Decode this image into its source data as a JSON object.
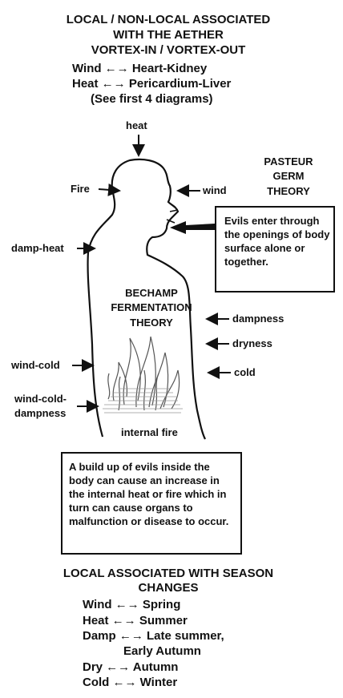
{
  "header": {
    "line1": "LOCAL / NON-LOCAL ASSOCIATED",
    "line2": "WITH THE AETHER",
    "line3": "VORTEX-IN / VORTEX-OUT",
    "line4": "Wind ←→ Heart-Kidney",
    "line5": "Heat  ←→  Pericardium-Liver",
    "line6": "(See first 4 diagrams)"
  },
  "figure_labels": {
    "heat": "heat",
    "fire": "Fire",
    "wind": "wind",
    "damp_heat": "damp-heat",
    "dampness": "dampness",
    "dryness": "dryness",
    "cold": "cold",
    "wind_cold": "wind-cold",
    "wind_cold_dampness_1": "wind-cold-",
    "wind_cold_dampness_2": "dampness",
    "internal_fire": "internal fire"
  },
  "pasteur": {
    "line1": "PASTEUR",
    "line2": "GERM",
    "line3": "THEORY",
    "box_text": "Evils enter through the openings of body surface alone or together."
  },
  "bechamp": {
    "line1": "BECHAMP",
    "line2": "FERMENTATION",
    "line3": "THEORY"
  },
  "buildup_box": {
    "text": "A build up of evils inside the body can cause an increase in the internal heat or fire which in turn can cause organs to malfunction or disease to occur."
  },
  "season": {
    "title1": "LOCAL ASSOCIATED WITH SEASON",
    "title2": "CHANGES",
    "rows": [
      "Wind ←→  Spring",
      "Heat ←→  Summer",
      "Damp ←→  Late summer,",
      "Early Autumn",
      "Dry ←→  Autumn",
      "Cold ←→  Winter"
    ]
  }
}
